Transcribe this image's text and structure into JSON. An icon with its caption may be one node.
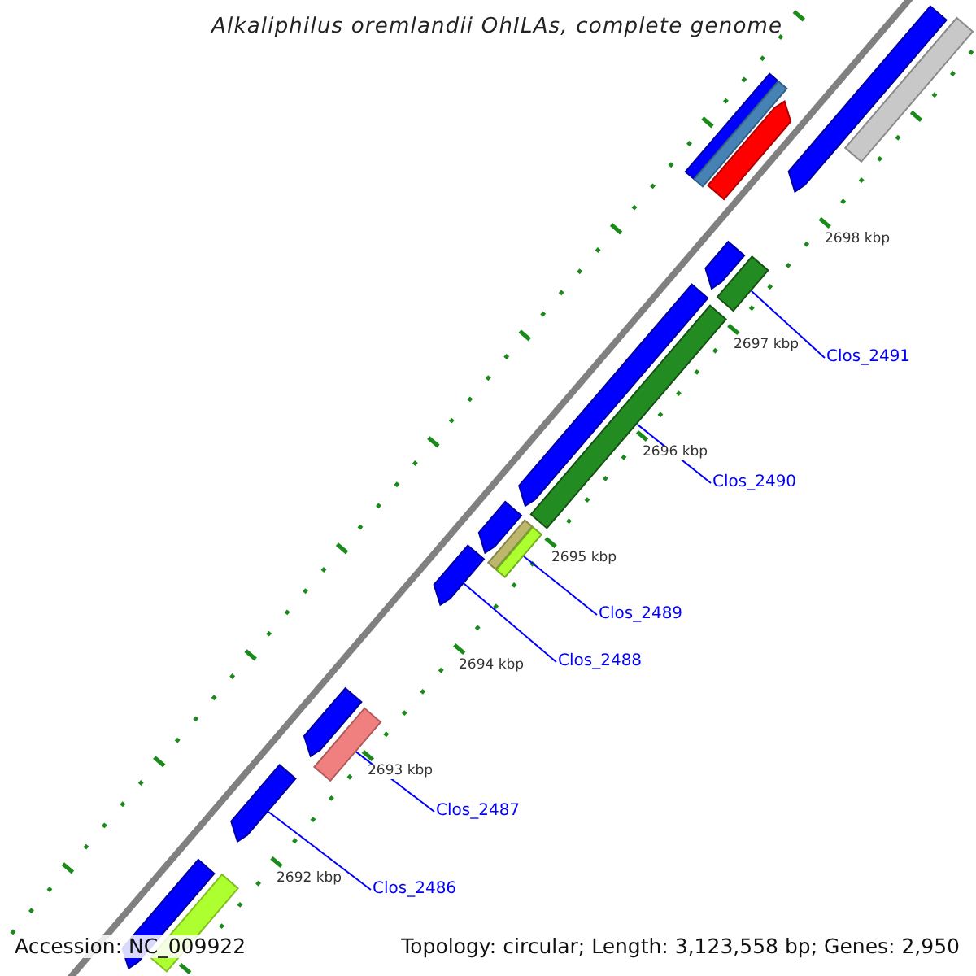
{
  "diagram": {
    "title": "Alkaliphilus oremlandii OhILAs, complete genome",
    "nodes": [
      {
        "text": [
          "Clos_2491"
        ]
      },
      {
        "text": [
          "Clos_2490"
        ]
      },
      {
        "text": [
          "Clos_2489"
        ]
      },
      {
        "text": [
          "Clos_2488"
        ]
      },
      {
        "text": [
          "Clos_2487"
        ]
      },
      {
        "text": [
          "Clos_2486"
        ]
      },
      {
        "text": [],
        "shape": "bar"
      },
      {
        "text": [],
        "shape": "bar"
      },
      {
        "text": [],
        "shape": "bar"
      },
      {
        "text": [],
        "shape": "bar"
      },
      {
        "text": [],
        "shape": "bar"
      },
      {
        "text": [],
        "shape": "bar"
      },
      {
        "text": [],
        "shape": "bar"
      },
      {
        "text": [],
        "shape": "bar"
      },
      {
        "text": [],
        "shape": "bar"
      },
      {
        "text": [],
        "shape": "bar"
      },
      {
        "text": [],
        "shape": "bar"
      },
      {
        "text": [],
        "shape": "bar"
      },
      {
        "text": [],
        "shape": "bar"
      },
      {
        "text": [],
        "shape": "bar"
      },
      {
        "text": [],
        "shape": "bar"
      },
      {
        "text": [],
        "shape": "bar"
      }
    ],
    "edges": [
      {
        "from": 0,
        "to": 11,
        "arrow": "none"
      },
      {
        "from": 1,
        "to": 13,
        "arrow": "none"
      },
      {
        "from": 2,
        "to": 15,
        "arrow": "none"
      },
      {
        "from": 3,
        "to": 16,
        "arrow": "none"
      },
      {
        "from": 4,
        "to": 18,
        "arrow": "none"
      },
      {
        "from": 5,
        "to": 19,
        "arrow": "none"
      }
    ],
    "labels": [
      "2698 kbp",
      "2697 kbp",
      "2696 kbp",
      "2695 kbp",
      "2694 kbp",
      "2693 kbp",
      "2692 kbp",
      "Accession: NC_009922",
      "Topology: circular; Length: 3,123,558 bp; Genes: 2,950"
    ]
  }
}
